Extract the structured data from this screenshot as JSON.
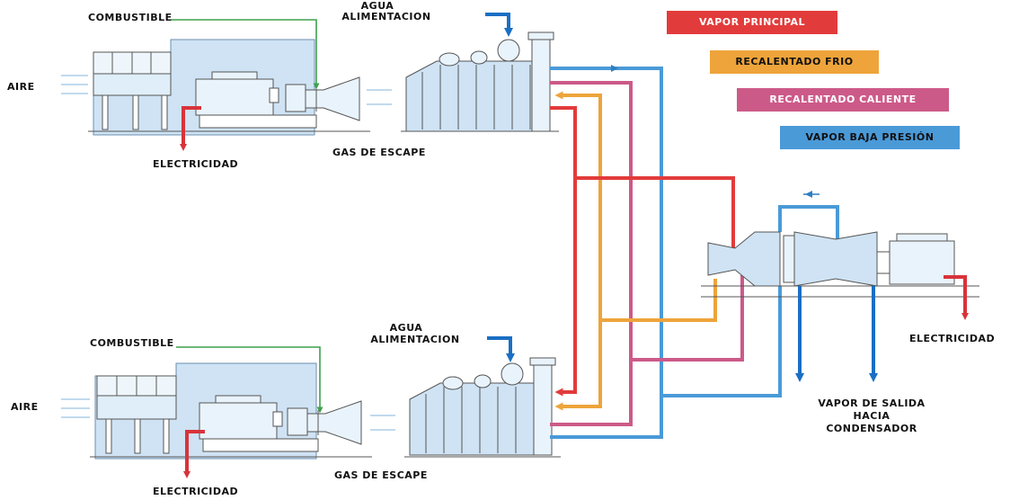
{
  "colors": {
    "vapor_principal": "#e23b3b",
    "recalentado_frio": "#eea43a",
    "recalentado_caliente": "#cc5a88",
    "vapor_baja_presion": "#4a9ad8",
    "equipment": "#cfe3f4",
    "outline": "#555555",
    "fuel_line": "#3fa04c",
    "water_arrow": "#1a6fc4",
    "electric": "#d8333a"
  },
  "legend": {
    "vapor_principal": "VAPOR PRINCIPAL",
    "recalentado_frio": "RECALENTADO FRIO",
    "recalentado_caliente": "RECALENTADO CALIENTE",
    "vapor_baja_presion": "VAPOR BAJA PRESIÓN"
  },
  "top_unit": {
    "combustible": "COMBUSTIBLE",
    "aire": "AIRE",
    "electricidad": "ELECTRICIDAD",
    "gas_escape": "GAS DE ESCAPE",
    "agua_line1": "AGUA",
    "agua_line2": "ALIMENTACION"
  },
  "bottom_unit": {
    "combustible": "COMBUSTIBLE",
    "aire": "AIRE",
    "electricidad": "ELECTRICIDAD",
    "gas_escape": "GAS DE ESCAPE",
    "agua_line1": "AGUA",
    "agua_line2": "ALIMENTACION"
  },
  "steam_turbine": {
    "electricidad": "ELECTRICIDAD",
    "salida_line1": "VAPOR DE SALIDA",
    "salida_line2": "HACIA",
    "salida_line3": "CONDENSADOR"
  }
}
